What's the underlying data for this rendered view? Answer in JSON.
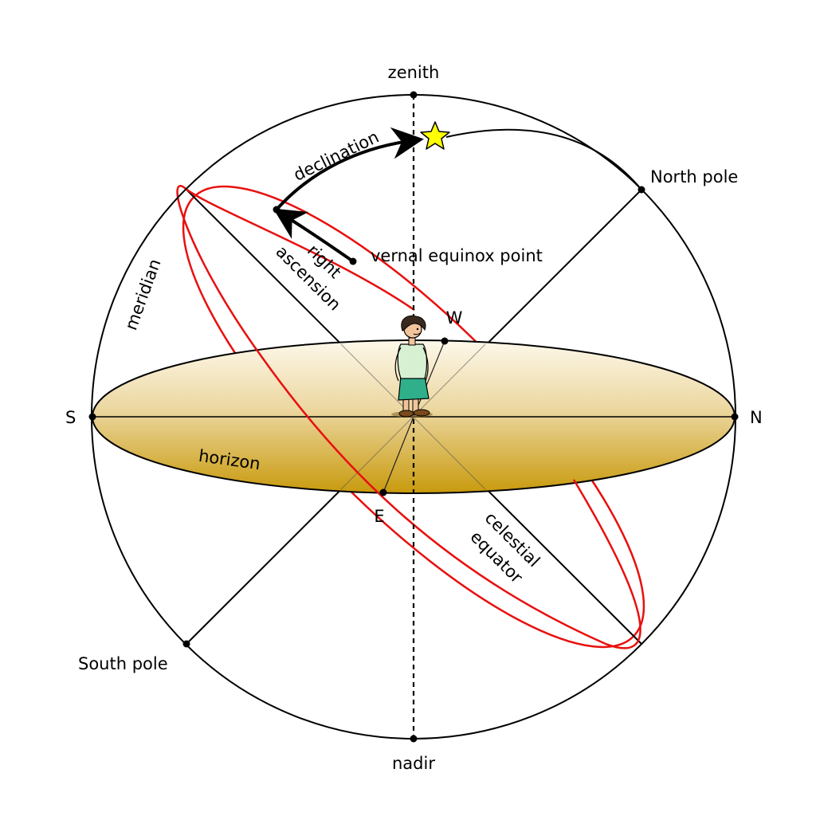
{
  "labels": {
    "zenith": "zenith",
    "nadir": "nadir",
    "north_pole": "North pole",
    "south_pole": "South pole",
    "north": "N",
    "south": "S",
    "east": "E",
    "west": "W",
    "meridian": "meridian",
    "horizon": "horizon",
    "declination": "declination",
    "vernal_equinox_point": "vernal equinox point",
    "right_ascension_line1": "right",
    "right_ascension_line2": "ascension",
    "celestial_equator_line1": "celestial",
    "celestial_equator_line2": "equator"
  },
  "colors": {
    "celestial_equator": "#e8100e",
    "horizon_top": "#fdf8ea",
    "horizon_bottom": "#c89a0c",
    "star_fill": "#ffff00",
    "outline": "#000000"
  }
}
